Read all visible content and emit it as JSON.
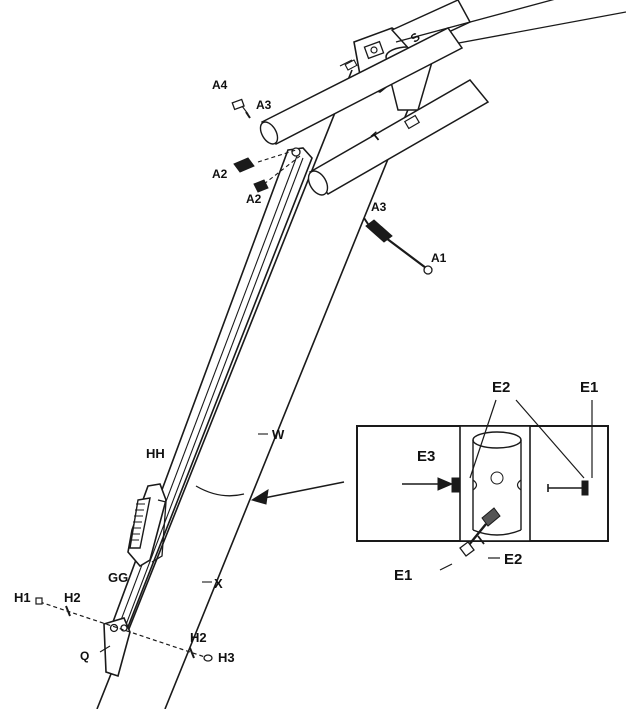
{
  "diagram": {
    "labels": {
      "s": "S",
      "t": "T",
      "a4": "A4",
      "a3_top": "A3",
      "a2_upper": "A2",
      "a2_lower": "A2",
      "a3_right": "A3",
      "a1": "A1",
      "w": "W",
      "hh": "HH",
      "gg": "GG",
      "x": "X",
      "h1": "H1",
      "h2_left": "H2",
      "q": "Q",
      "h2_right": "H2",
      "h3": "H3"
    },
    "inset": {
      "labels": {
        "e2_top": "E2",
        "e1_top": "E1",
        "e3": "E3",
        "e1_bottom": "E1",
        "e2_bottom": "E2"
      }
    }
  },
  "colors": {
    "ink": "#1a1a1a",
    "background": "#ffffff",
    "insert_fill": "#555555"
  }
}
